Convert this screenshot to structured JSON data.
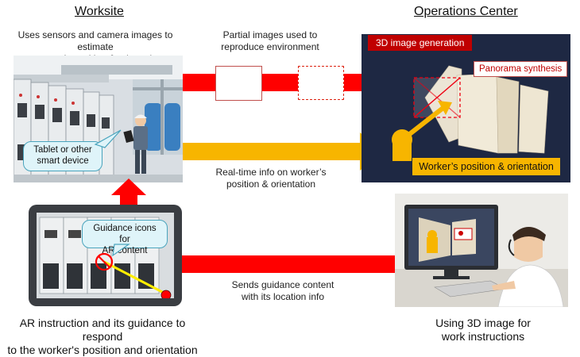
{
  "worksite": {
    "title": "Worksite",
    "caption_line1": "Uses sensors and camera images to estimate",
    "caption_line2": "operator’s position & orientation",
    "device_callout_line1": "Tablet or other",
    "device_callout_line2": "smart device"
  },
  "operations": {
    "title": "Operations Center",
    "panel_label": "3D image generation",
    "panorama_label": "Panorama synthesis",
    "position_label": "Worker’s position & orientation"
  },
  "flows": {
    "partial_line1": "Partial images used to",
    "partial_line2": "reproduce environment",
    "realtime_line1": "Real-time info on worker’s",
    "realtime_line2": "position & orientation",
    "guidance_line1": "Sends guidance content",
    "guidance_line2": "with its location info"
  },
  "ar": {
    "callout_line1": "Guidance icons for",
    "callout_line2": "AR content",
    "caption_line1": "AR instruction and its guidance to respond",
    "caption_line2": "to the worker's position and orientation"
  },
  "instructor": {
    "caption_line1": "Using 3D image for",
    "caption_line2": "work instructions"
  },
  "colors": {
    "red_arrow": "#ff0000",
    "yellow_arrow": "#f7b500",
    "panel_bg": "#1e2843",
    "callout_bg": "#dff4f9"
  }
}
